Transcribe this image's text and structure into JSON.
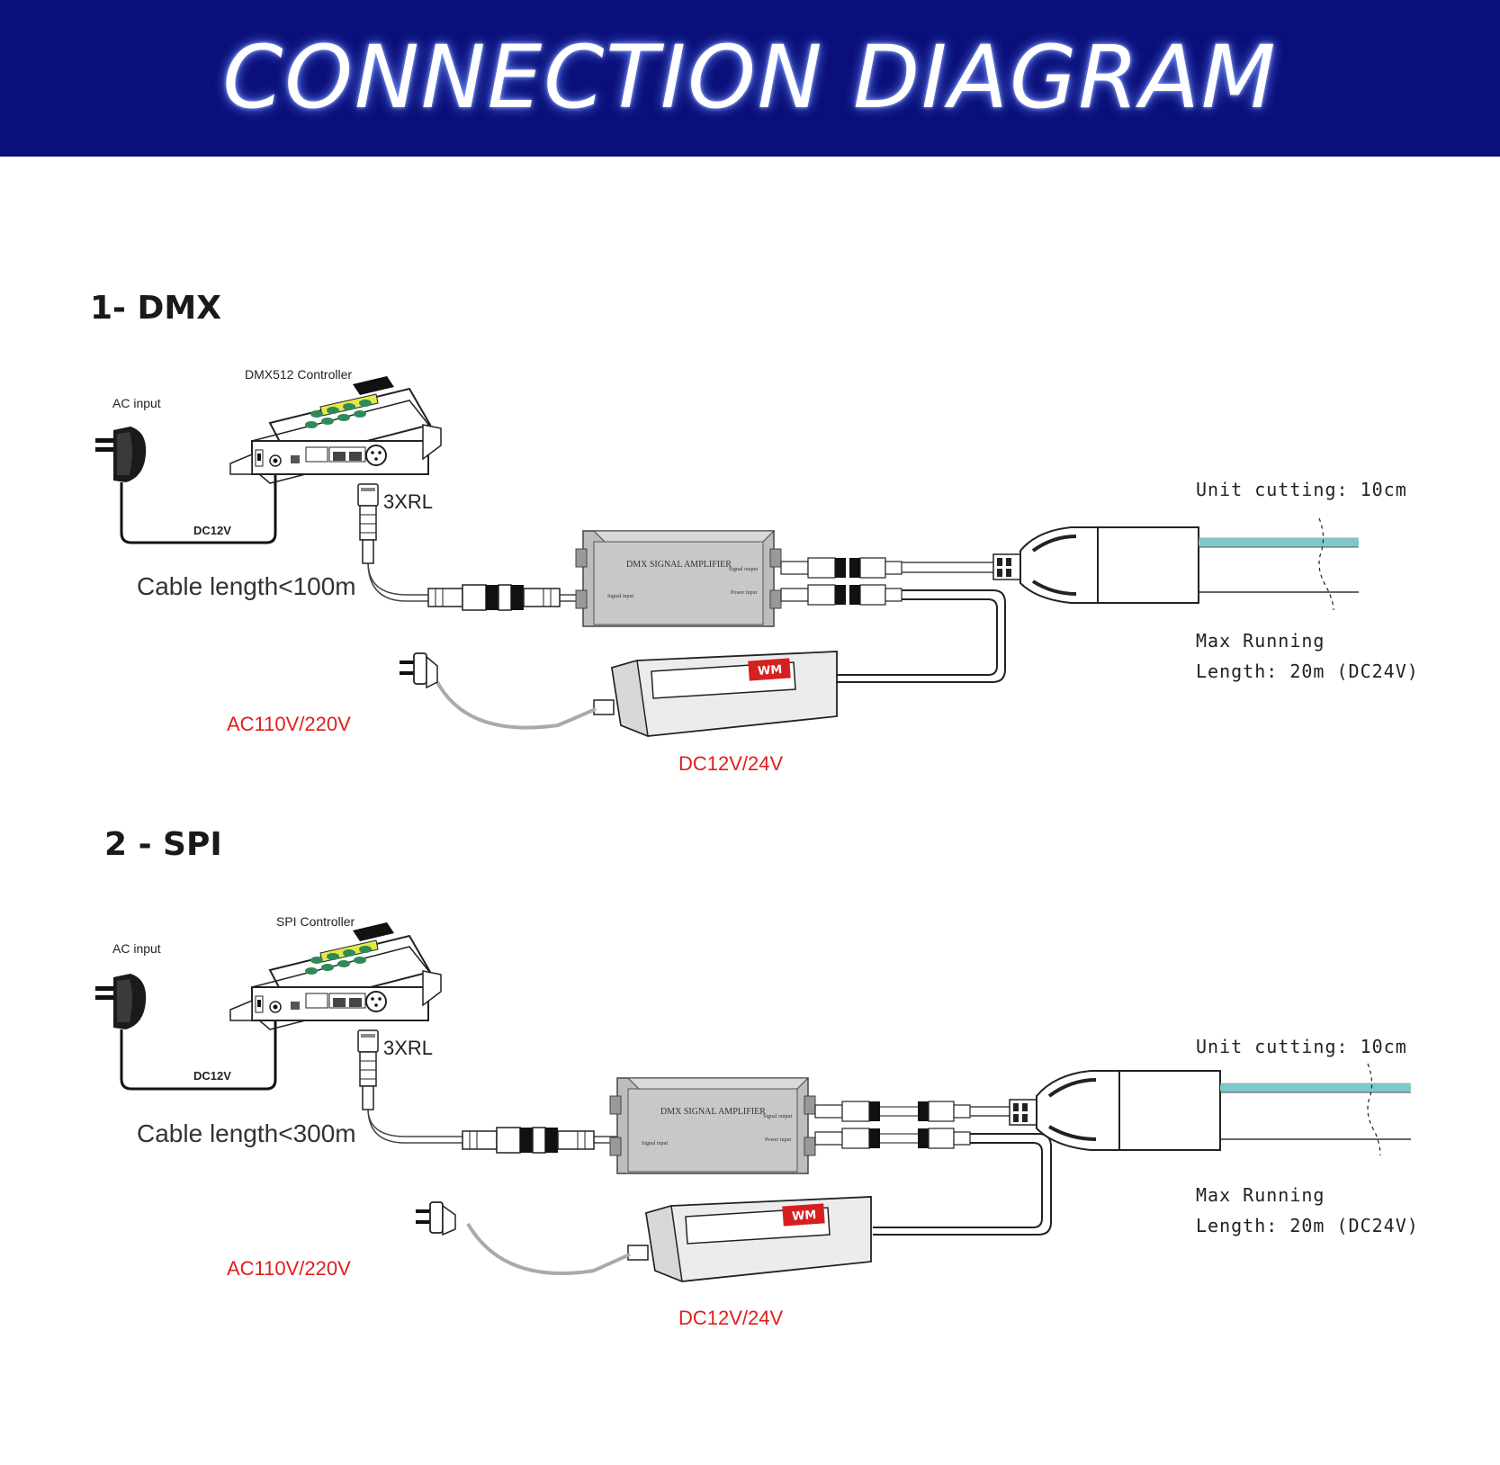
{
  "header": {
    "title": "CONNECTION DIAGRAM"
  },
  "sections": [
    {
      "heading": "1- DMX",
      "controller_label": "DMX512 Controller",
      "ac_input_label": "AC input",
      "dc_label": "DC12V",
      "connector_label": "3XRL",
      "cable_length": "Cable length<100m",
      "amplifier_title": "DMX SIGNAL AMPLIFIER",
      "signal_input": "Signal input",
      "signal_output": "Signal output",
      "power_input": "Power input",
      "psu_brand": "WM",
      "mains_voltage": "AC110V/220V",
      "psu_output": "DC12V/24V",
      "unit_cutting": "Unit cutting: 10cm",
      "max_running_line1": "Max Running",
      "max_running_line2": "Length:  20m   (DC24V)"
    },
    {
      "heading": "2 - SPI",
      "controller_label": "SPI  Controller",
      "ac_input_label": "AC input",
      "dc_label": "DC12V",
      "connector_label": "3XRL",
      "cable_length": "Cable length<300m",
      "amplifier_title": "DMX SIGNAL AMPLIFIER",
      "signal_input": "Signal input",
      "signal_output": "Signal output",
      "power_input": "Power input",
      "psu_brand": "WM",
      "mains_voltage": "AC110V/220V",
      "psu_output": "DC12V/24V",
      "unit_cutting": "Unit cutting: 10cm",
      "max_running_line1": "Max Running",
      "max_running_line2": "Length:  20m   (DC24V)"
    }
  ],
  "colors": {
    "banner": "#0a0f7a",
    "accent_red": "#e01e1e",
    "strip_top": "#7cc9cc",
    "button_green": "#2e8b57"
  }
}
